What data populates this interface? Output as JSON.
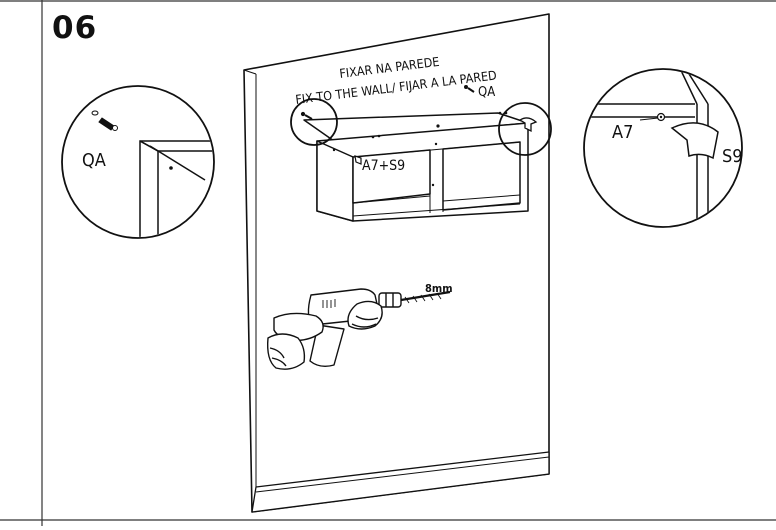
{
  "step": {
    "number": "06"
  },
  "instruction": {
    "line1": "FIXAR NA PAREDE",
    "line2": "FIX TO THE WALL/ FIJAR A LA PARED"
  },
  "parts": {
    "wall_plug": "QA",
    "wall_plug_detail": "QA",
    "bracket_screw": "A7+S9",
    "bracket_detail_a": "A7",
    "bracket_detail_s": "S9"
  },
  "drill": {
    "bit_size": "8mm"
  },
  "colors": {
    "line": "#111111",
    "panel": "#ffffff",
    "rule": "#333333"
  }
}
